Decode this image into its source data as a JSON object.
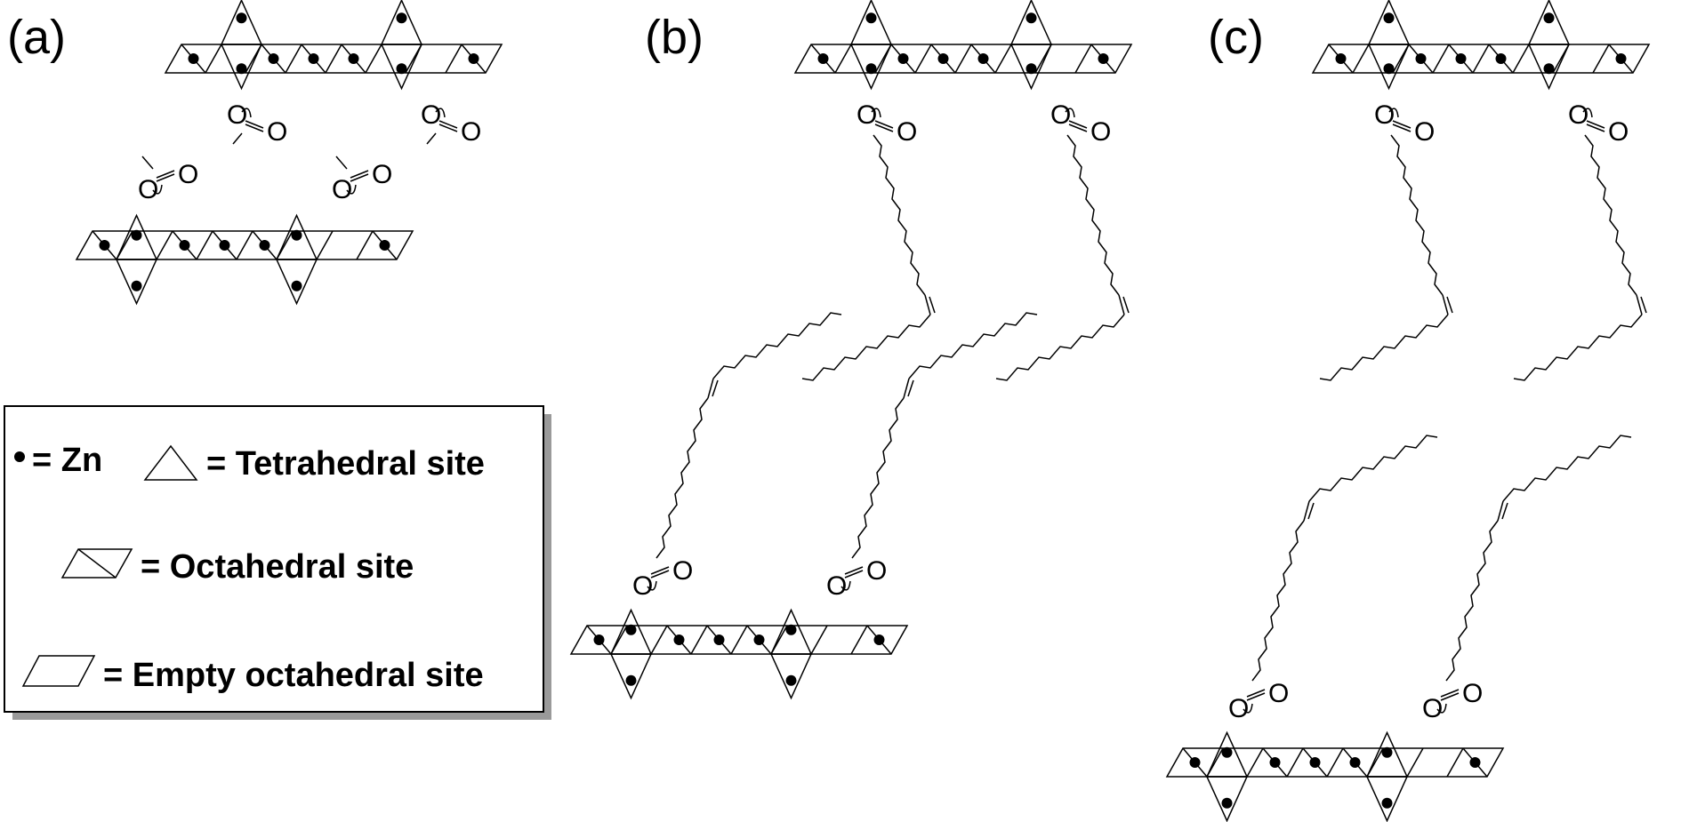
{
  "panels": [
    {
      "label": "(a)"
    },
    {
      "label": "(b)"
    },
    {
      "label": "(c)"
    }
  ],
  "atoms": {
    "oxygen": "O"
  },
  "legend": {
    "zn": "= Zn",
    "tetrahedral": "= Tetrahedral site",
    "octahedral": "= Octahedral site",
    "empty_octahedral": "= Empty octahedral site"
  },
  "colors": {
    "ink": "#000000",
    "paper": "#ffffff",
    "shadow": "#9a9a9a"
  }
}
